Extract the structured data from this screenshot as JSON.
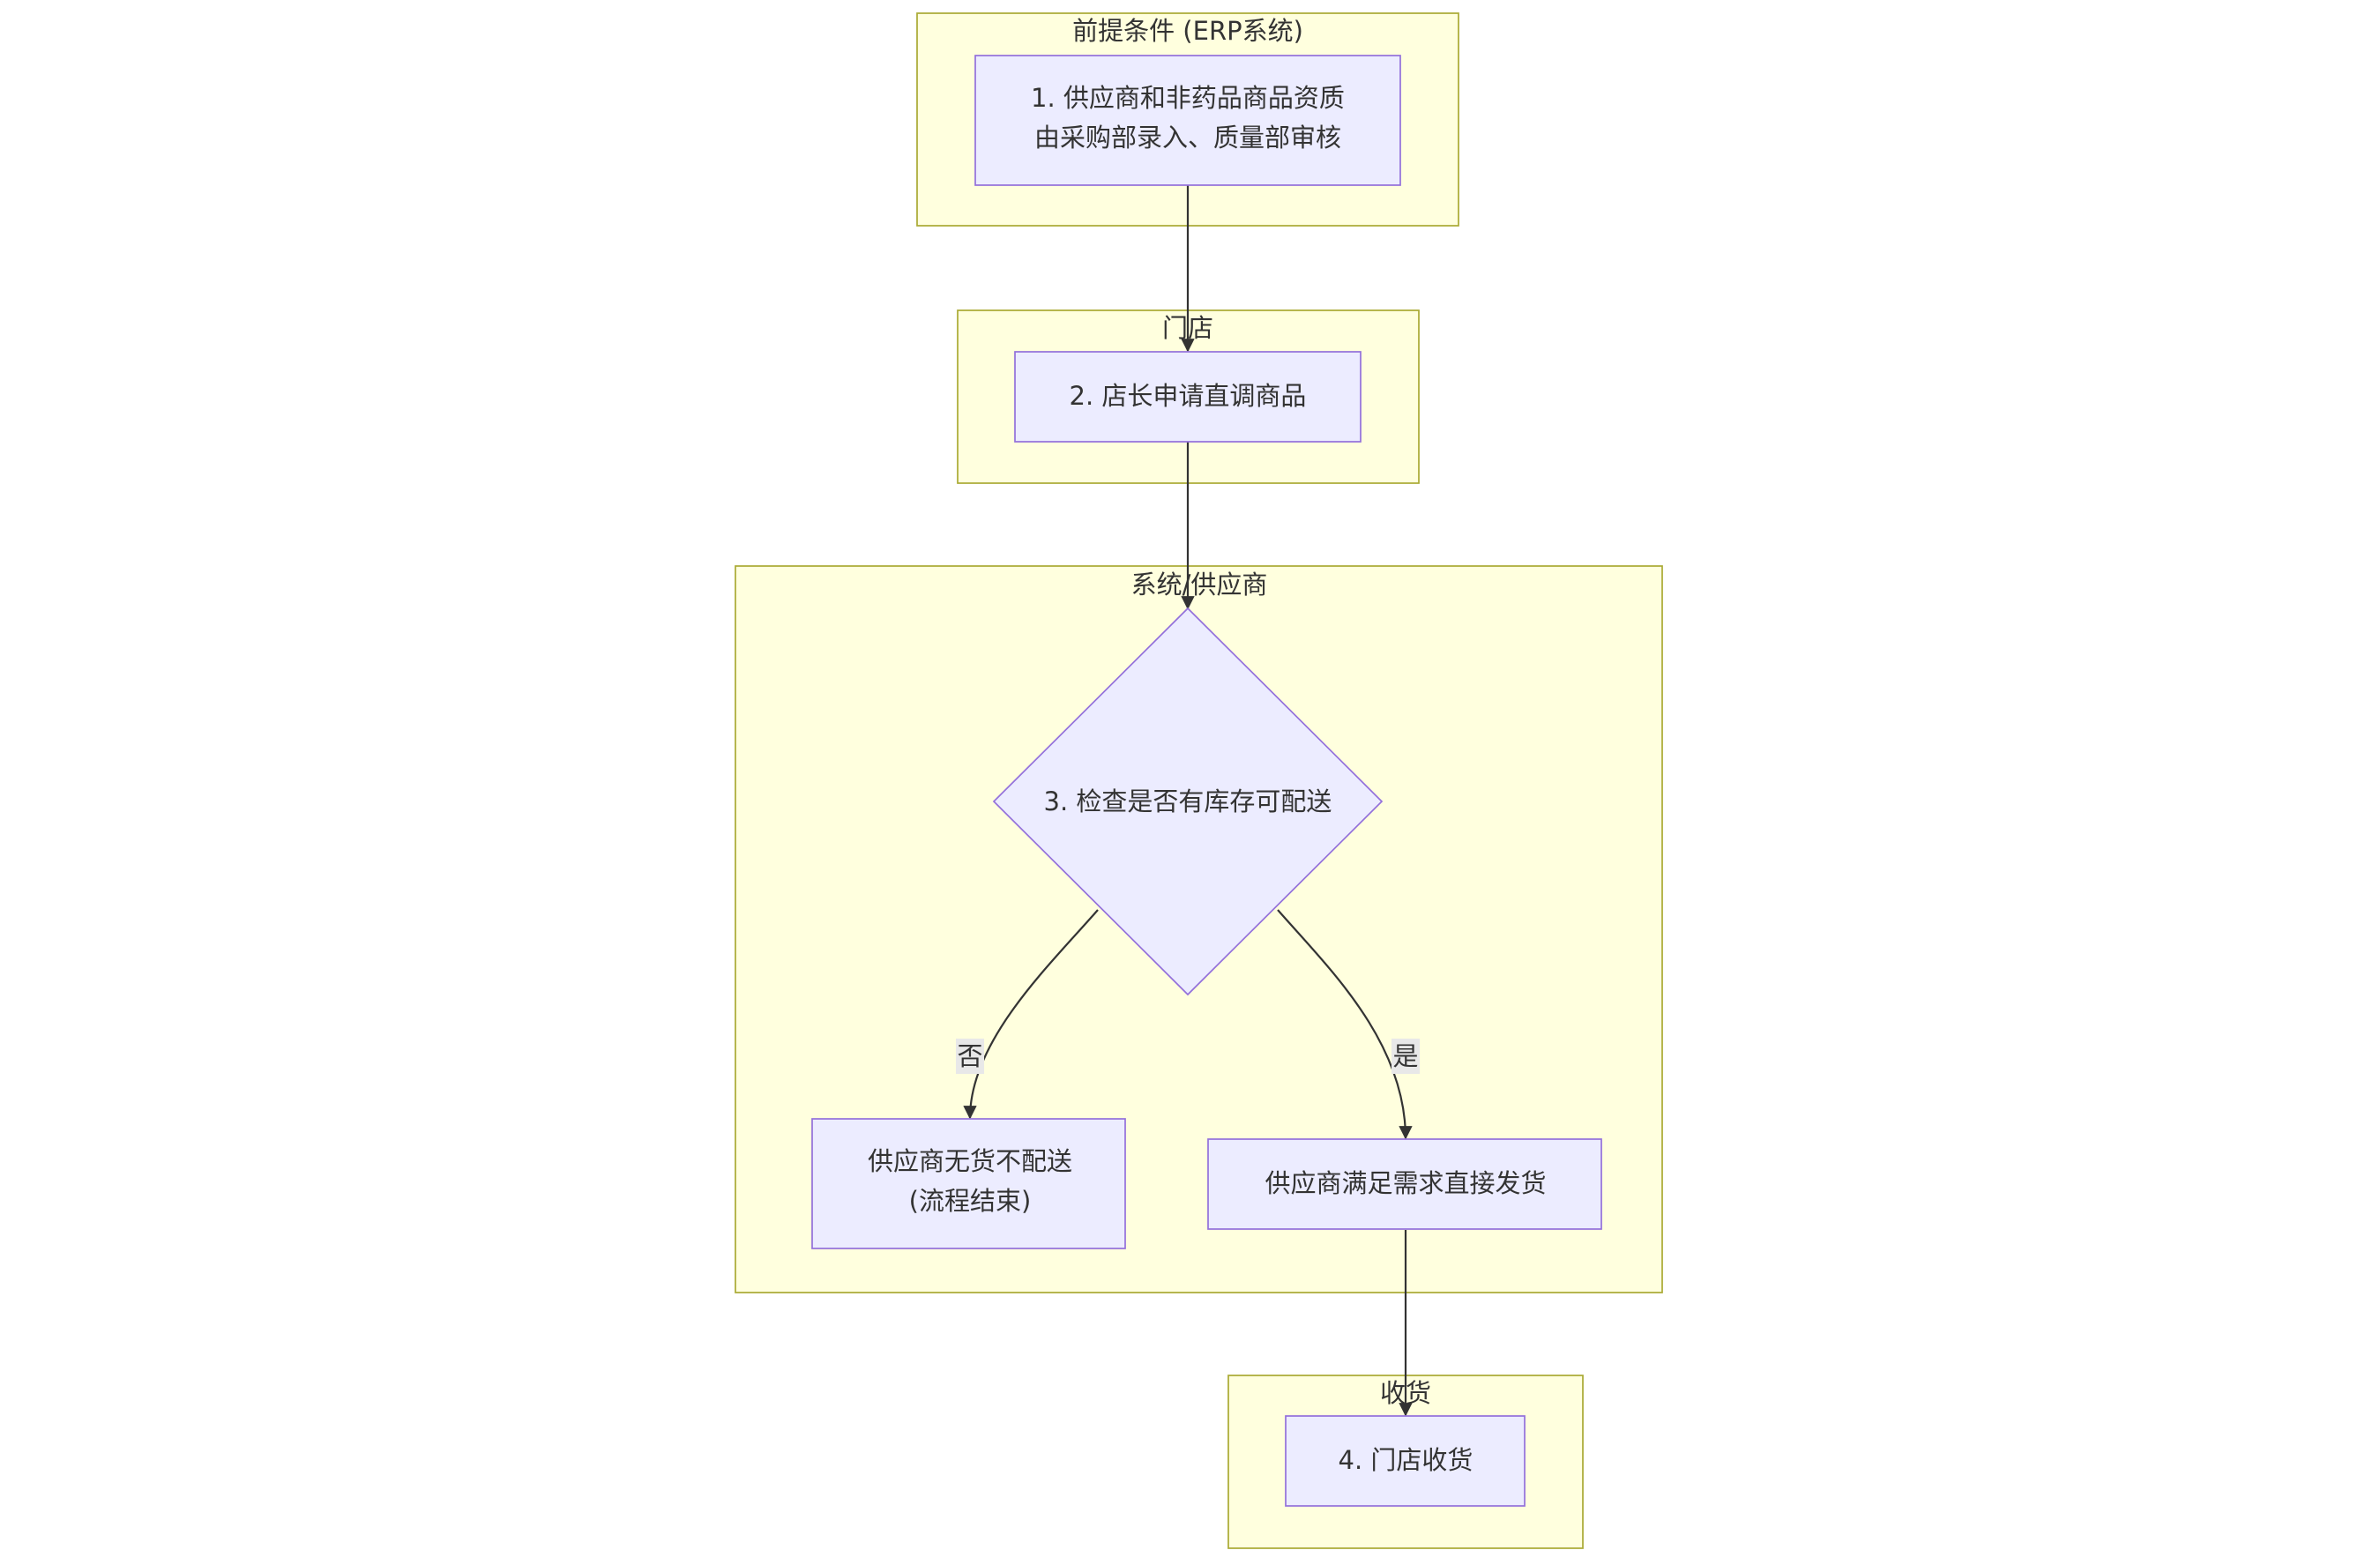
{
  "subgraphs": {
    "prereq": {
      "title": "前提条件 (ERP系统)"
    },
    "store": {
      "title": "门店"
    },
    "system": {
      "title": "系统/供应商"
    },
    "receive": {
      "title": "收货"
    }
  },
  "nodes": {
    "n1": {
      "lines": [
        "1. 供应商和非药品商品资质",
        "由采购部录入、质量部审核"
      ]
    },
    "n2": {
      "lines": [
        "2. 店长申请直调商品"
      ]
    },
    "n3": {
      "lines": [
        "3. 检查是否有库存可配送"
      ]
    },
    "no_stock": {
      "lines": [
        "供应商无货不配送",
        "(流程结束)"
      ]
    },
    "ship": {
      "lines": [
        "供应商满足需求直接发货"
      ]
    },
    "n4": {
      "lines": [
        "4. 门店收货"
      ]
    }
  },
  "edges": {
    "no_label": "否",
    "yes_label": "是"
  },
  "colors": {
    "subgraph_fill": "#ffffde",
    "subgraph_stroke": "#aaaa33",
    "node_fill": "#ececff",
    "node_stroke": "#9370db",
    "edge": "#333333"
  }
}
